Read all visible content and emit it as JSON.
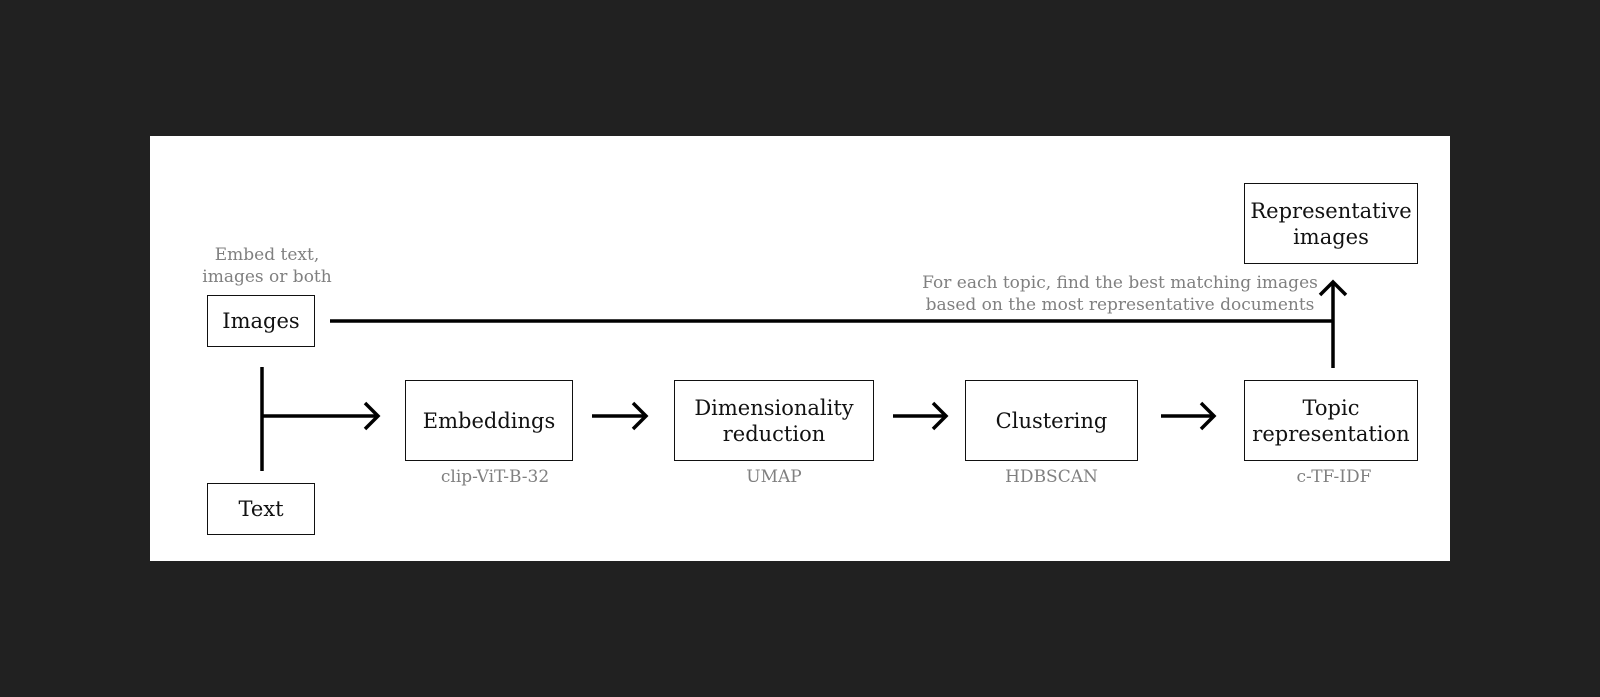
{
  "annotations": {
    "embed_note": "Embed text,\nimages or both",
    "match_note": "For each topic, find the best matching images\nbased on the most representative documents"
  },
  "nodes": {
    "images": "Images",
    "text": "Text",
    "embeddings": "Embeddings",
    "dimensionality": "Dimensionality\nreduction",
    "clustering": "Clustering",
    "topic": "Topic\nrepresentation",
    "representative": "Representative\nimages"
  },
  "methods": {
    "embeddings": "clip-ViT-B-32",
    "dimensionality": "UMAP",
    "clustering": "HDBSCAN",
    "topic": "c-TF-IDF"
  }
}
